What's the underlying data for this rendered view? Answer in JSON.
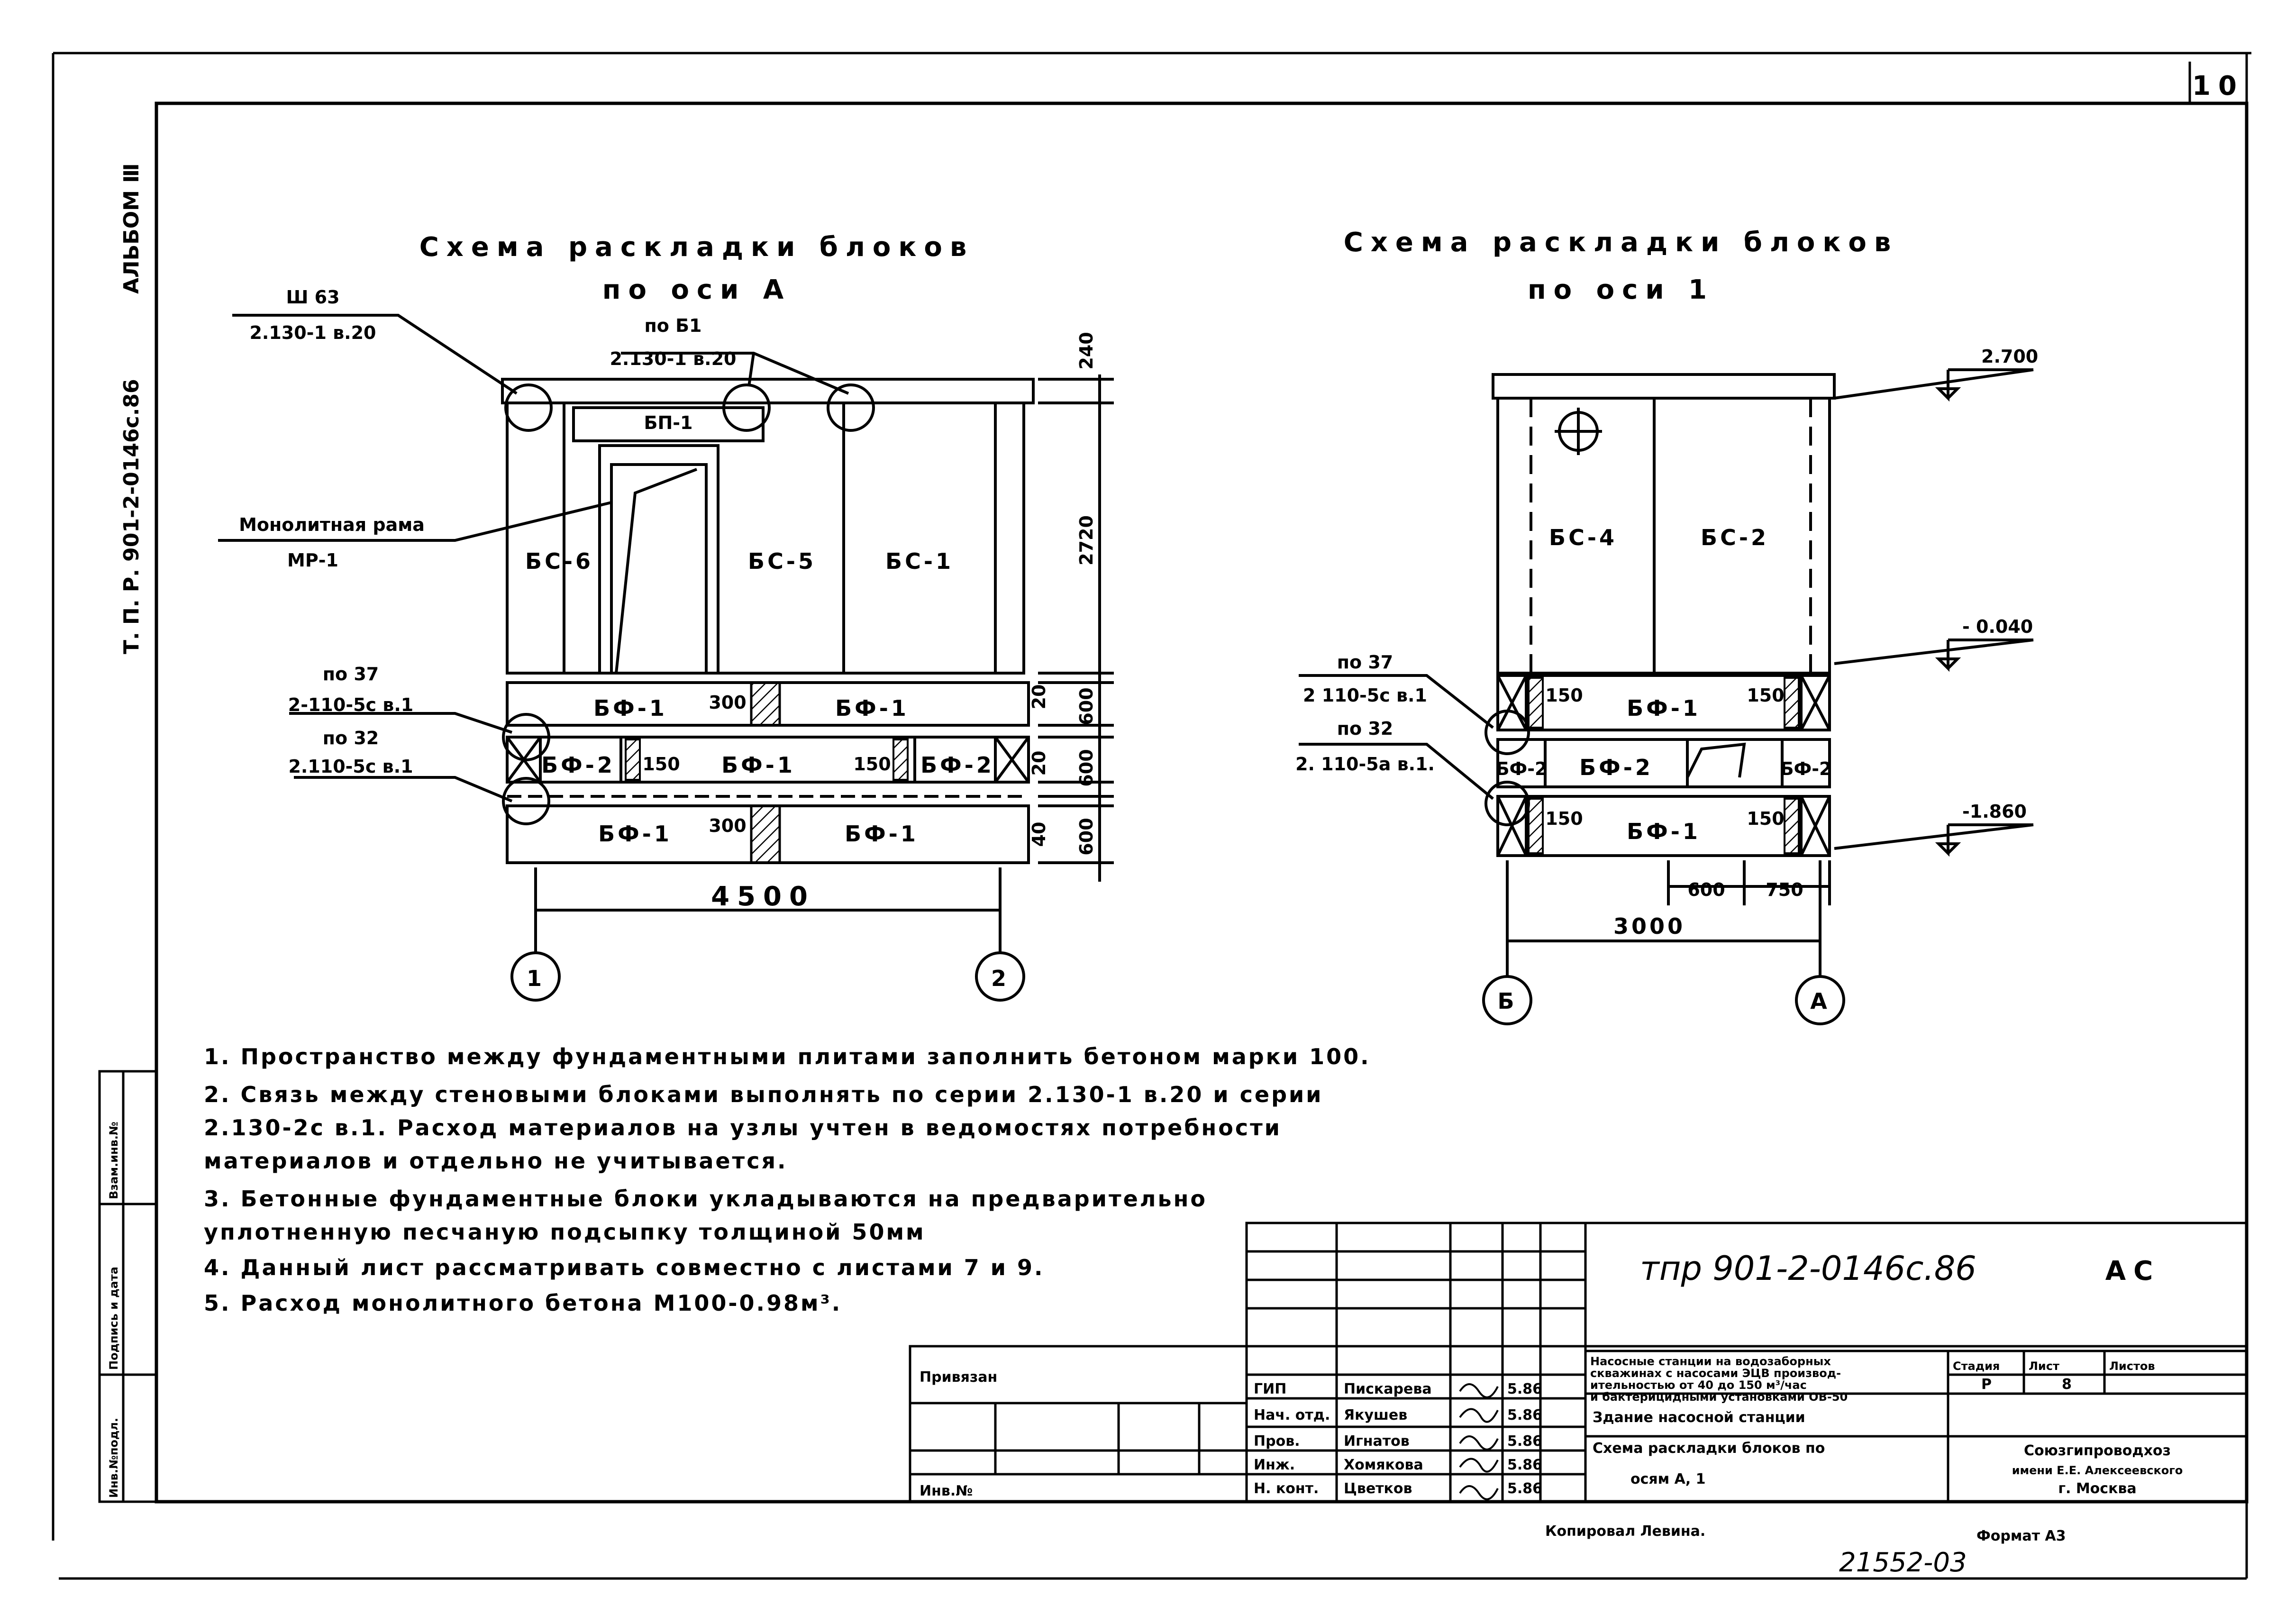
{
  "sheet_number": "10",
  "side_labels": {
    "album": "АЛЬБОМ Ⅲ",
    "project": "Т. П. Р. 901-2-0146с.86"
  },
  "side_stamp": [
    "Инв.№подл.",
    "Подпись и дата",
    "Взам.инв.№"
  ],
  "diagram_a": {
    "title": "Схема раскладки блоков",
    "subtitle": "по оси А",
    "callouts": [
      {
        "top": "Ш 63",
        "bottom": "2.130-1 в.20"
      },
      {
        "top": "по Б1",
        "bottom": "2.130-1 в.20"
      },
      {
        "top": "Монолитная рама",
        "bottom": "МР-1"
      },
      {
        "top": "по 37",
        "bottom": "2-110-5с в.1"
      },
      {
        "top": "по 32",
        "bottom": "2.110-5с в.1"
      }
    ],
    "blocks": {
      "bp": "БП-1",
      "bs6": "БС-6",
      "bs5": "БС-5",
      "bs1": "БС-1",
      "bf1": "БФ-1",
      "bf2": "БФ-2"
    },
    "dims": {
      "d240": "240",
      "d2720": "2720",
      "d20": "20",
      "d40": "40",
      "d600": "600",
      "d300": "300",
      "d150": "150",
      "d4500": "4500"
    },
    "axes": {
      "left": "1",
      "right": "2"
    }
  },
  "diagram_b": {
    "title": "Схема раскладки блоков",
    "subtitle": "по оси 1",
    "callouts": [
      {
        "top": "по 37",
        "bottom": "2 110-5с в.1"
      },
      {
        "top": "по 32",
        "bottom": "2. 110-5а в.1."
      }
    ],
    "blocks": {
      "bs4": "БС-4",
      "bs2": "БС-2",
      "bf1": "БФ-1",
      "bf2": "БФ-2"
    },
    "levels": {
      "top": "2.700",
      "mid": "- 0.040",
      "low": "-1.860"
    },
    "dims": {
      "d150": "150",
      "d600": "600",
      "d750": "750",
      "d3000": "3000"
    },
    "axes": {
      "left": "Б",
      "right": "А"
    }
  },
  "notes": [
    "1. Пространство между фундаментными плитами заполнить бетоном марки 100.",
    "2. Связь между стеновыми блоками выполнять по серии 2.130-1 в.20 и серии",
    "2.130-2с в.1. Расход материалов на узлы учтен в ведомостях потребности",
    "материалов и отдельно не учитывается.",
    "3. Бетонные фундаментные блоки укладываются на предварительно",
    "уплотненную песчаную подсыпку толщиной 50мм",
    "4. Данный лист рассматривать совместно с листами 7 и 9.",
    "5. Расход монолитного бетона М100-0.98м³."
  ],
  "title_block": {
    "doc_code": "тпр 901-2-0146с.86",
    "mark": "АС",
    "privyazan": "Привязан",
    "inv_no": "Инв.№",
    "description": [
      "Насосные станции на водозаборных",
      "скважинах с насосами ЭЦВ производ-",
      "ительностью от 40 до 150 м³/час",
      "и бактерицидными установками ОВ-50"
    ],
    "sheet_title": [
      "Здание насосной станции",
      "Схема раскладки блоков по",
      "осям А, 1"
    ],
    "headers": {
      "stage": "Стадия",
      "sheet": "Лист",
      "sheets": "Листов"
    },
    "values": {
      "stage": "Р",
      "sheet": "8",
      "sheets": ""
    },
    "org": [
      "Союзгипроводхоз",
      "имени Е.Е. Алексеевского",
      "г. Москва"
    ],
    "staff": [
      {
        "role": "ГИП",
        "name": "Пискарева",
        "date": "5.86"
      },
      {
        "role": "Нач. отд.",
        "name": "Якушев",
        "date": "5.86"
      },
      {
        "role": "Пров.",
        "name": "Игнатов",
        "date": "5.86"
      },
      {
        "role": "Инж.",
        "name": "Хомякова",
        "date": "5.86"
      },
      {
        "role": "Н. конт.",
        "name": "Цветков",
        "date": "5.86"
      }
    ]
  },
  "footer": {
    "copied": "Копировал Левина.",
    "format": "Формат А3",
    "number": "21552-03"
  }
}
